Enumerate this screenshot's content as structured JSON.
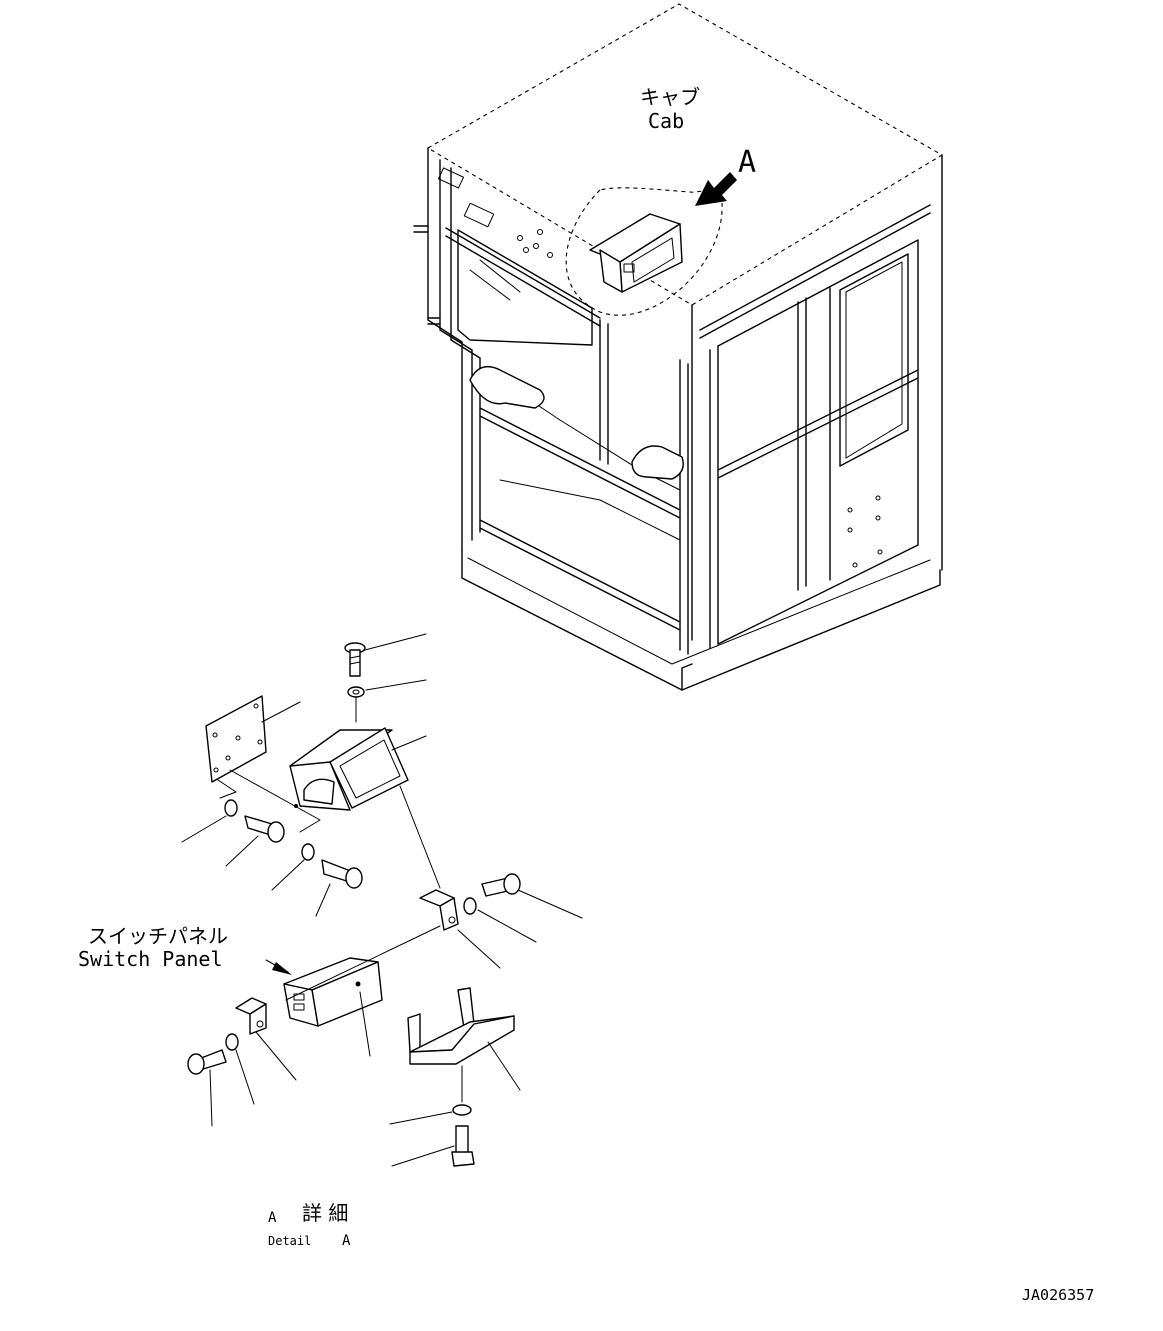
{
  "labels": {
    "cab_jp": "キャブ",
    "cab_en": "Cab",
    "detail_marker": "A",
    "switch_panel_jp": "スイッチパネル",
    "switch_panel_en": "Switch Panel",
    "detail_letter_jp": "A",
    "detail_jp": "詳 細",
    "detail_en": "Detail",
    "detail_letter_en": "A",
    "drawing_number": "JA026357"
  },
  "icons": {
    "view_arrow": "view-direction-arrow-icon",
    "pointer_arrow": "leader-arrow-icon"
  }
}
